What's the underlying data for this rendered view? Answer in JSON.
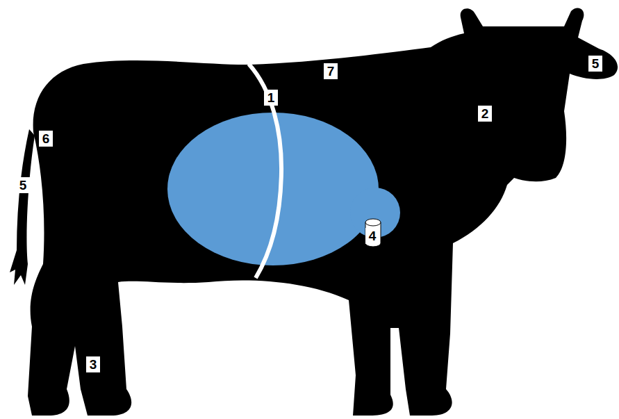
{
  "diagram": {
    "labels": [
      "5",
      "7",
      "1",
      "2",
      "6",
      "5",
      "4",
      "3"
    ]
  }
}
